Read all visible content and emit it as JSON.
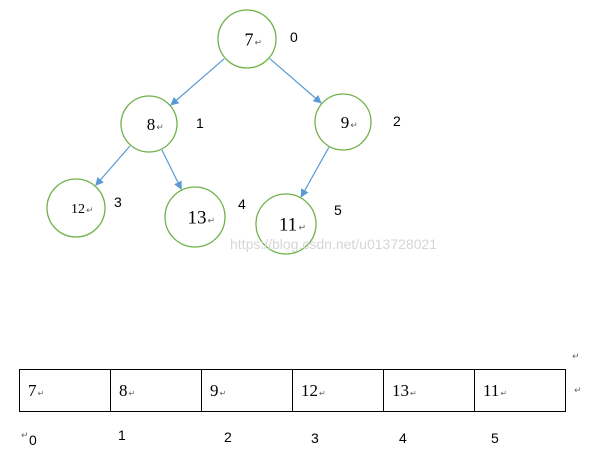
{
  "tree": {
    "nodes": [
      {
        "value": "7",
        "index": "0"
      },
      {
        "value": "8",
        "index": "1"
      },
      {
        "value": "9",
        "index": "2"
      },
      {
        "value": "12",
        "index": "3"
      },
      {
        "value": "13",
        "index": "4"
      },
      {
        "value": "11",
        "index": "5"
      }
    ],
    "edges": [
      [
        0,
        1
      ],
      [
        0,
        2
      ],
      [
        1,
        3
      ],
      [
        1,
        4
      ],
      [
        2,
        5
      ]
    ]
  },
  "watermark": "https://blog.csdn.net/u013728021",
  "array": {
    "cells": [
      "7",
      "8",
      "9",
      "12",
      "13",
      "11"
    ],
    "indices": [
      "0",
      "1",
      "2",
      "3",
      "4",
      "5"
    ]
  },
  "paragraph_mark": "↵",
  "colors": {
    "node_stroke": "#70b24a",
    "edge": "#5b9bd5"
  }
}
